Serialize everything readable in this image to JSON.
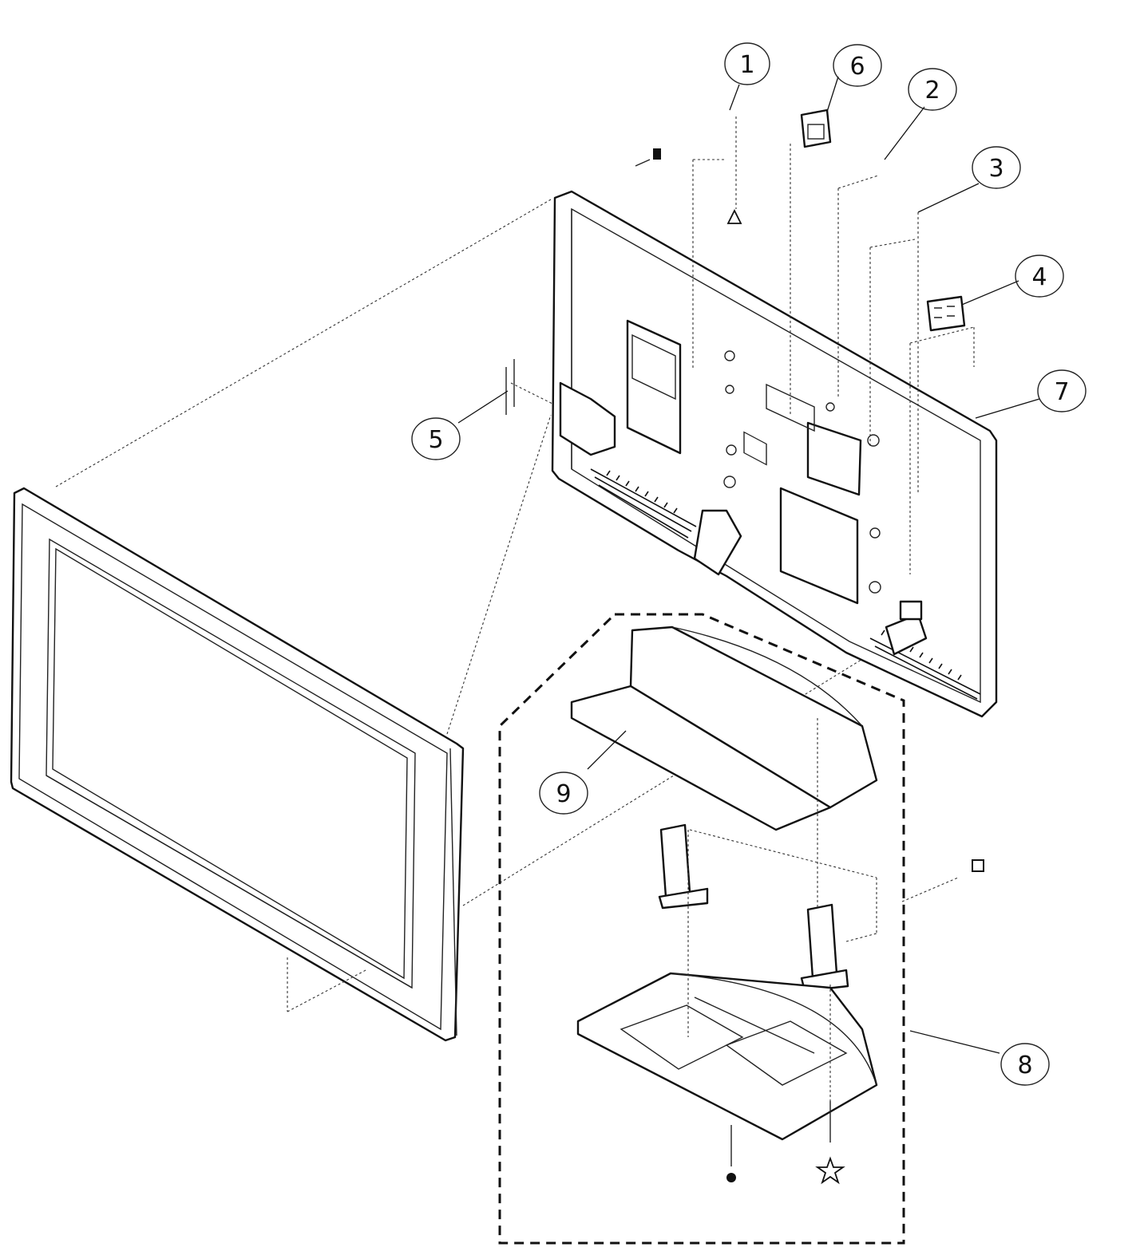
{
  "diagram": {
    "callouts": [
      {
        "id": "c1",
        "label": "1"
      },
      {
        "id": "c2",
        "label": "2"
      },
      {
        "id": "c3",
        "label": "3"
      },
      {
        "id": "c4",
        "label": "4"
      },
      {
        "id": "c5",
        "label": "5"
      },
      {
        "id": "c6",
        "label": "6"
      },
      {
        "id": "c7",
        "label": "7"
      },
      {
        "id": "c8",
        "label": "8"
      },
      {
        "id": "c9",
        "label": "9"
      }
    ],
    "symbols": {
      "triangle": "triangle-marker-icon",
      "square": "square-marker-icon",
      "dot": "dot-marker-icon",
      "star": "star-marker-icon"
    }
  }
}
